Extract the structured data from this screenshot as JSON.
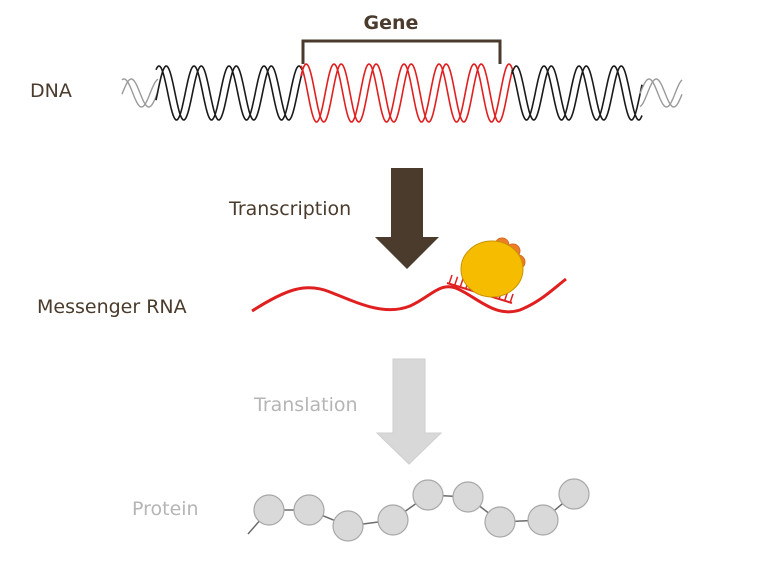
{
  "labels": {
    "gene": "Gene",
    "dna": "DNA",
    "transcription": "Transcription",
    "messenger_rna": "Messenger RNA",
    "translation": "Translation",
    "protein": "Protein"
  },
  "colors": {
    "dark_text": "#4a3b2c",
    "arrow_dark": "#4a3b2c",
    "dna_strand": "#1a1a1a",
    "dna_fade": "#9a9a9a",
    "gene_red": "#e02020",
    "faded_text": "#b5b5b5",
    "arrow_faded": "#d8d8d8",
    "ribosome_large": "#f6bd00",
    "ribosome_small": "#ee7d2a",
    "bead_fill": "#d9d9d9",
    "bead_stroke": "#a8a8a8"
  },
  "protein": {
    "bead_count": 9
  }
}
